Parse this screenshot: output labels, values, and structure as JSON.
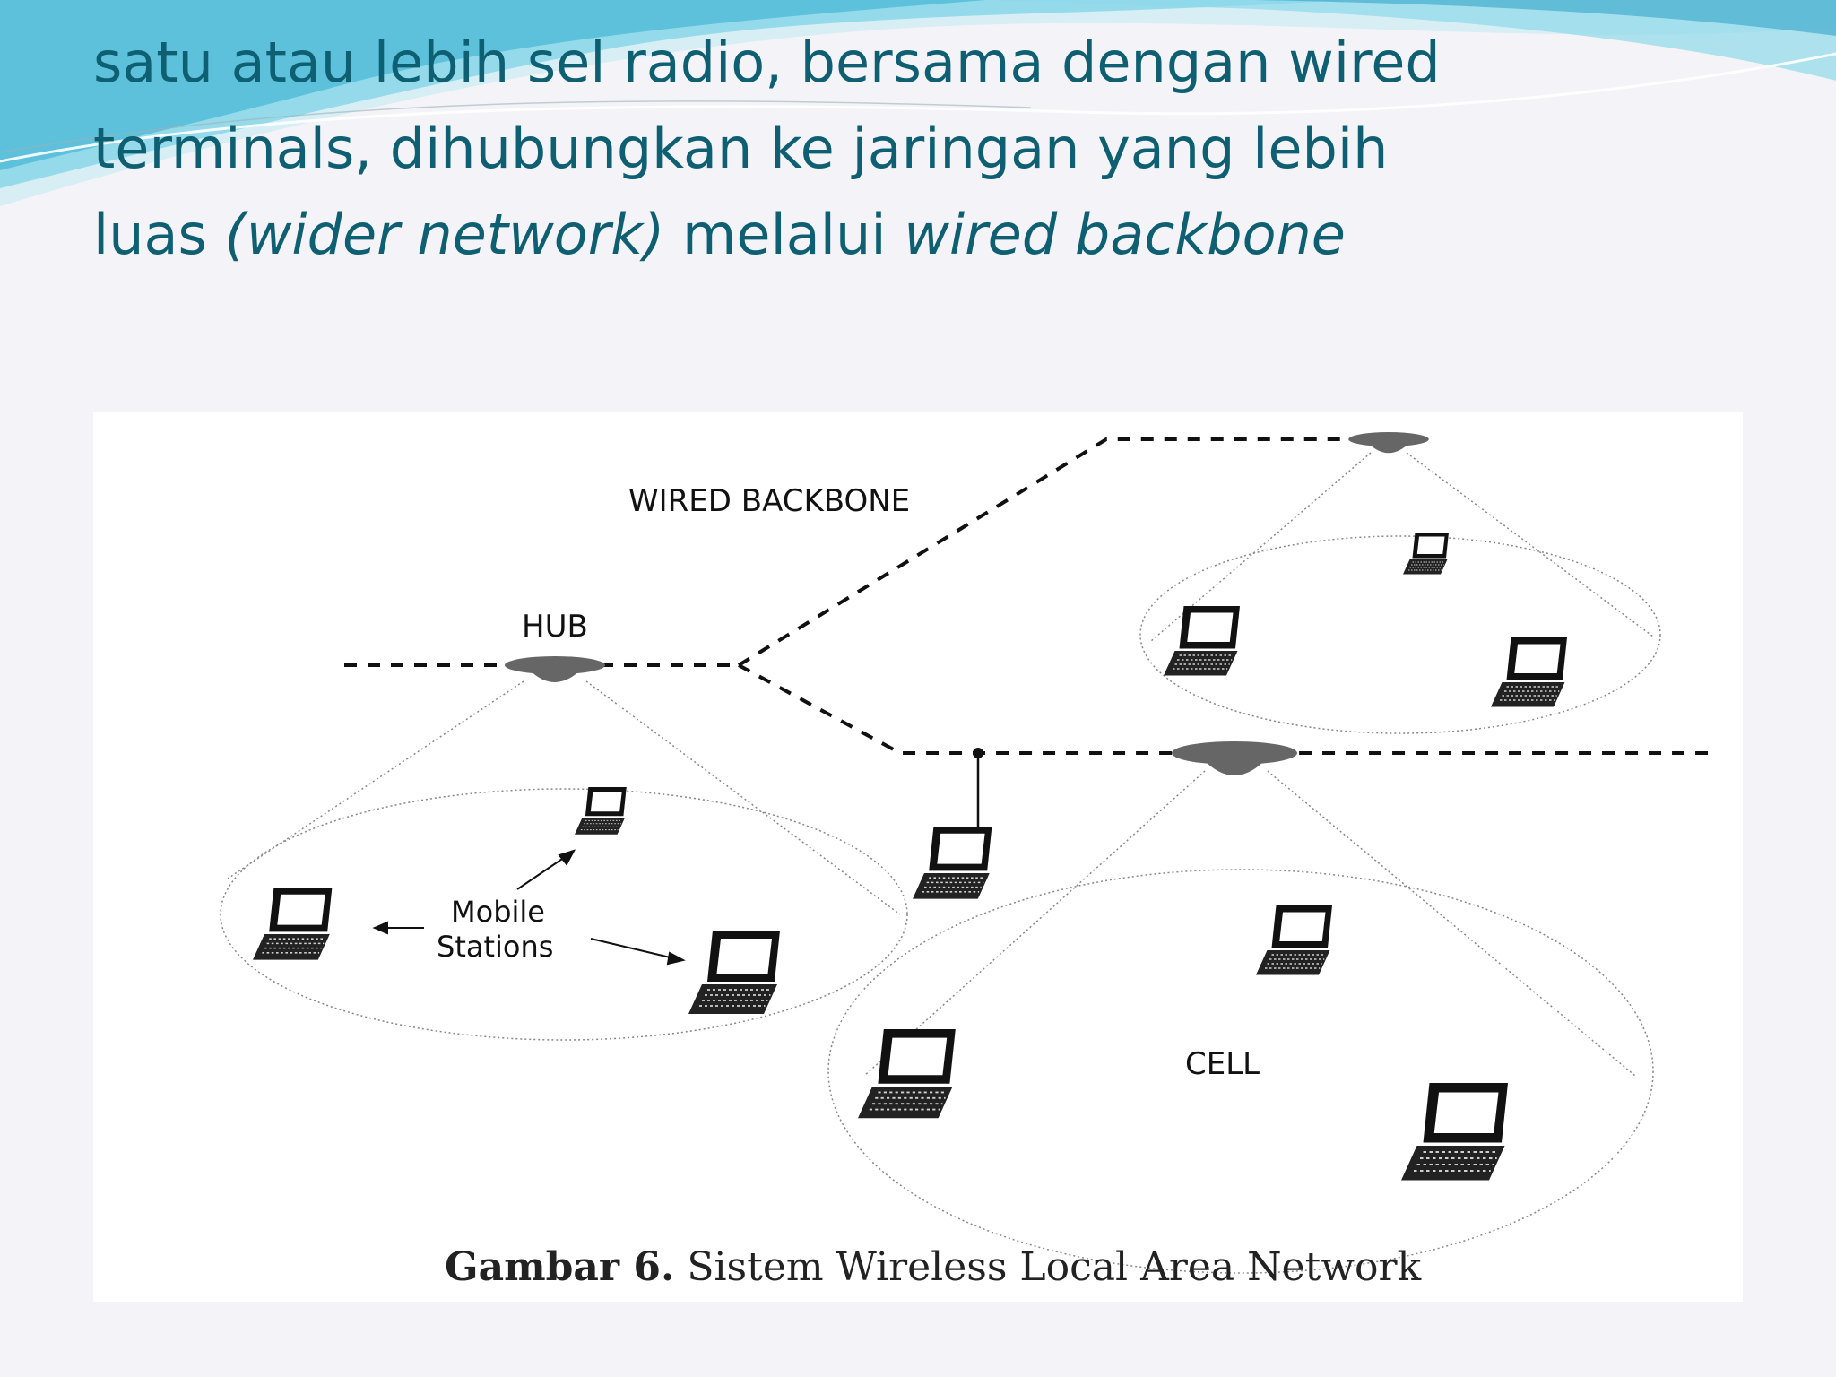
{
  "slide": {
    "heading": {
      "line1": "satu atau lebih sel radio, bersama dengan wired",
      "line2": "terminals, dihubungkan ke jaringan yang lebih",
      "line3_a": "luas ",
      "line3_b": "(wider network)",
      "line3_c": " melalui ",
      "line3_d": "wired backbone"
    },
    "colors": {
      "heading": "#0f5f73",
      "swoosh_light": "#bfe9f3",
      "swoosh_mid": "#5fc6dc",
      "swoosh_dark": "#2a9fc4",
      "background": "#f4f4f8",
      "figure_background": "#ffffff"
    }
  },
  "diagram": {
    "labels": {
      "wired_backbone": "WIRED BACKBONE",
      "hub": "HUB",
      "mobile": "Mobile",
      "stations": "Stations",
      "cell": "CELL"
    },
    "caption": {
      "bold": "Gambar 6.",
      "text": " Sistem Wireless Local Area Network"
    }
  }
}
